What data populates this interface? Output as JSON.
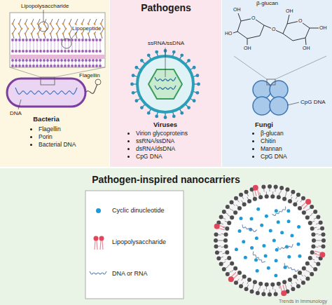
{
  "diagram": {
    "nodes": [
      {
        "text": [
          "Pathogens"
        ]
      },
      {
        "text": [
          "Bacteria",
          "Flagellin",
          "Porin",
          "Bacterial DNA"
        ],
        "in": 0
      },
      {
        "text": [
          "Viruses",
          "Virion glycoproteins",
          "ssRNA/ssDNA",
          "dsRNA/dsDNA",
          "CpG DNA"
        ],
        "in": 0
      },
      {
        "text": [
          "Fungi",
          "β-glucan",
          "Chitin",
          "Mannan",
          "CpG DNA"
        ],
        "in": 0
      },
      {
        "text": [
          "Pathogen-inspired nanocarriers"
        ]
      }
    ],
    "labels": [
      "Lipopolysaccharide",
      "Lipopeptide",
      "Flagellin",
      "DNA",
      "ssRNA/ssDNA",
      "β-glucan",
      "OH",
      "O",
      "OH",
      "O",
      "HO",
      "O",
      "OH",
      "OH",
      "OH",
      "CpG DNA",
      "Trends in Immunology"
    ],
    "legend": [
      {
        "text": "Cyclic dinucleotide",
        "color": "#1e9ad6"
      },
      {
        "text": "Lipopolysaccharide"
      },
      {
        "text": "DNA or RNA"
      }
    ]
  }
}
